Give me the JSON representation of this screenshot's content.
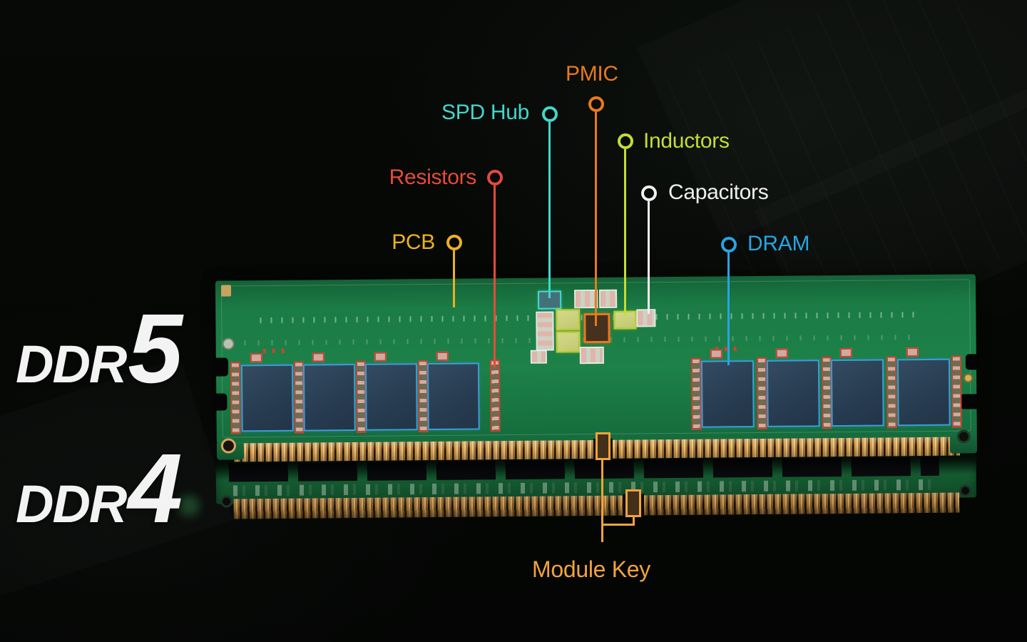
{
  "diagram": {
    "big_labels": {
      "ddr5": {
        "prefix": "DDR",
        "number": "5"
      },
      "ddr4": {
        "prefix": "DDR",
        "number": "4"
      }
    },
    "callouts": {
      "pmic": {
        "label": "PMIC",
        "color": "#e8791d"
      },
      "spd_hub": {
        "label": "SPD Hub",
        "color": "#41d7cb"
      },
      "inductors": {
        "label": "Inductors",
        "color": "#c4dd33"
      },
      "capacitors": {
        "label": "Capacitors",
        "color": "#f0f0f0"
      },
      "resistors": {
        "label": "Resistors",
        "color": "#e64b38"
      },
      "pcb": {
        "label": "PCB",
        "color": "#ecb121"
      },
      "dram": {
        "label": "DRAM",
        "color": "#29a3e3"
      },
      "module_key": {
        "label": "Module Key",
        "color": "#f2a33c"
      }
    }
  }
}
